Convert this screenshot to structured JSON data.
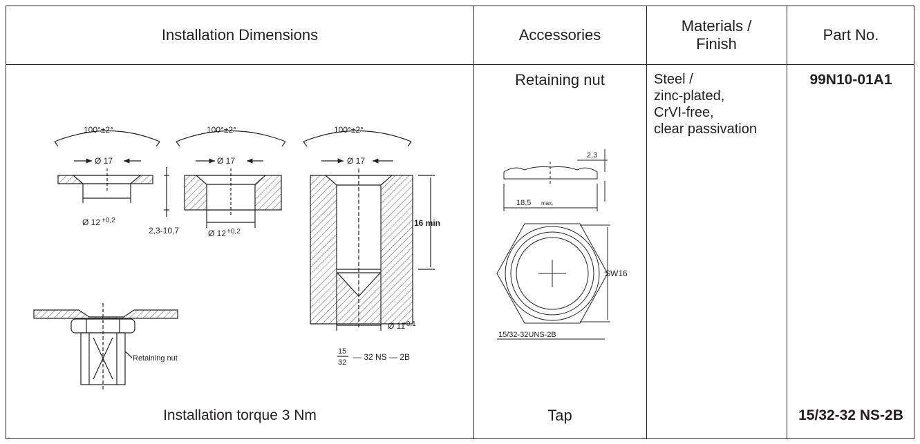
{
  "headers": {
    "installation": "Installation Dimensions",
    "accessories": "Accessories",
    "materials_line1": "Materials /",
    "materials_line2": "Finish",
    "part_no": "Part No."
  },
  "row": {
    "accessory_top": "Retaining nut",
    "accessory_bottom": "Tap",
    "material_lines": [
      "Steel /",
      "zinc-plated,",
      "CrVI-free,",
      "clear passivation"
    ],
    "part_no_top": "99N10-01A1",
    "part_no_bottom": "15/32-32 NS-2B",
    "install_caption": "Installation torque 3 Nm"
  },
  "drawing": {
    "angle": "100°±2°",
    "dia17": "Ø 17",
    "dia12": "Ø 12",
    "dia12_tol": "+0,2",
    "thickness": "2,3-10,7",
    "depth": "16 min",
    "dia11": "Ø 11",
    "dia11_tol": "+0,1",
    "thread_num": "15",
    "thread_den": "32",
    "thread_rest": "— 32 NS — 2B",
    "retaining_nut_label": "Retaining nut"
  },
  "nut_drawing": {
    "height": "2,3",
    "width": "18,5",
    "width_suffix": "max.",
    "wrench": "SW16",
    "thread": "15/32-32UNS-2B"
  }
}
